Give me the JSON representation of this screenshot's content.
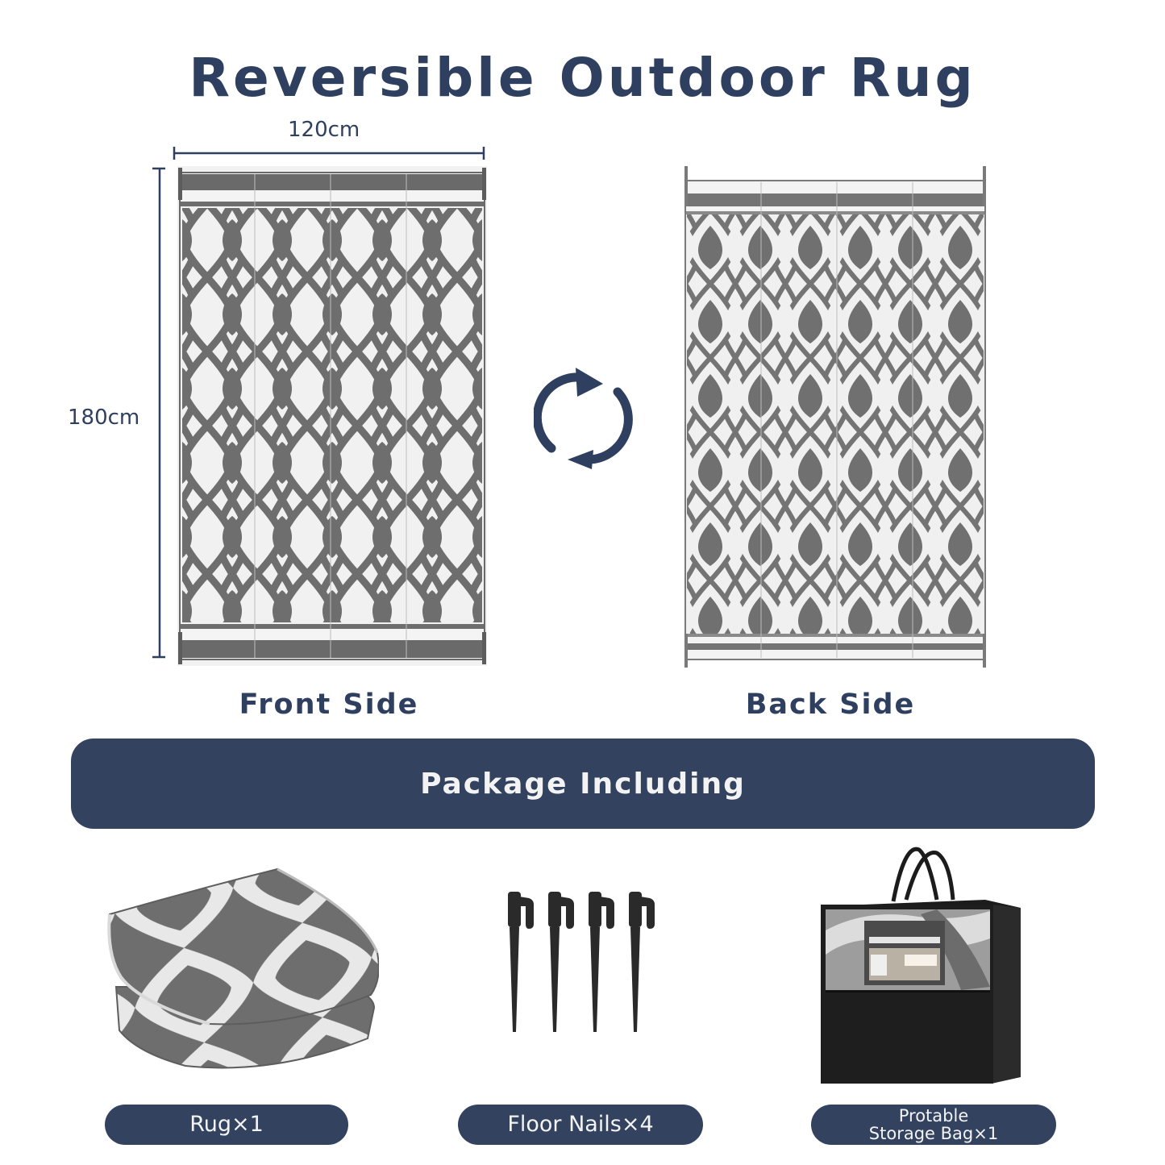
{
  "header": {
    "title": "Reversible Outdoor Rug"
  },
  "dimensions": {
    "width_label": "120cm",
    "height_label": "180cm"
  },
  "rug_views": [
    {
      "label": "Front Side",
      "pattern": "grey-lattice-white-ogee"
    },
    {
      "label": "Back Side",
      "pattern": "white-lattice-grey-ogee"
    }
  ],
  "reversible_icon": "refresh-rotate-icon",
  "package": {
    "heading": "Package Including",
    "items": [
      {
        "label": "Rug×1",
        "image": "folded-rug"
      },
      {
        "label": "Floor Nails×4",
        "image": "floor-stakes"
      },
      {
        "label_line1": "Protable",
        "label_line2": "Storage Bag×1",
        "image": "storage-bag"
      }
    ]
  },
  "colors": {
    "navy": "#2f3f60",
    "banner": "#32425f",
    "rug_grey": "#6f6f6f",
    "rug_white": "#f2f2f2",
    "bag_black": "#1e1e1e"
  }
}
